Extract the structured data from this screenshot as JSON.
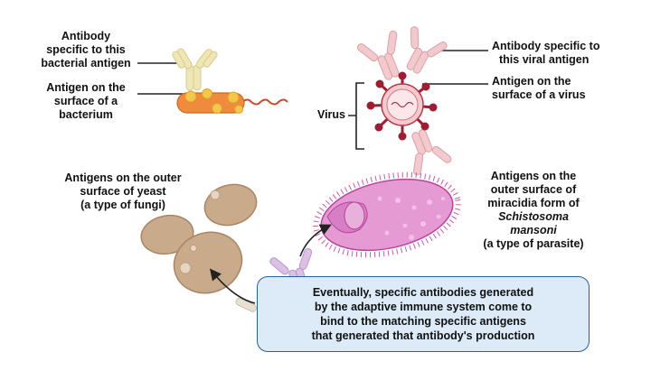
{
  "labels": {
    "antibody_bacterial": [
      "Antibody",
      "specific to this",
      "bacterial antigen"
    ],
    "antigen_bacterium": [
      "Antigen on the",
      "surface of a",
      "bacterium"
    ],
    "antibody_viral": [
      "Antibody specific to",
      "this viral antigen"
    ],
    "antigen_virus": [
      "Antigen on the",
      "surface of a virus"
    ],
    "virus": "Virus",
    "yeast": [
      "Antigens on the outer",
      "surface of yeast",
      "(a type of fungi)"
    ],
    "parasite": [
      "Antigens on the",
      "outer surface of",
      "miracidia form of",
      "Schistosoma",
      "mansoni",
      "(a type of parasite)"
    ],
    "callout": [
      "Eventually, specific antibodies generated",
      "by the adaptive immune system come to",
      "bind to the matching specific antigens",
      "that generated that  antibody's production"
    ]
  },
  "colors": {
    "bacterium": "#f08a3c",
    "antigen_bacterial": "#f5c64a",
    "antibody_bacterial": "#eee6b4",
    "virus_body": "#f6c9cf",
    "virus_spike": "#9b1e33",
    "antibody_viral": "#f2c9cc",
    "yeast": "#c9ab8c",
    "yeast_edge": "#a98566",
    "parasite": "#e69ad3",
    "parasite_edge": "#b7459c",
    "antibody_parasite": "#dcc0e6",
    "antibody_yeast": "#e6e1d0",
    "callout_fill": "#dcebf7",
    "callout_border": "#2a5f95"
  },
  "icons": [
    "antibody-icon",
    "bacterium-icon",
    "virus-icon",
    "yeast-cell-icon",
    "miracidium-icon"
  ]
}
